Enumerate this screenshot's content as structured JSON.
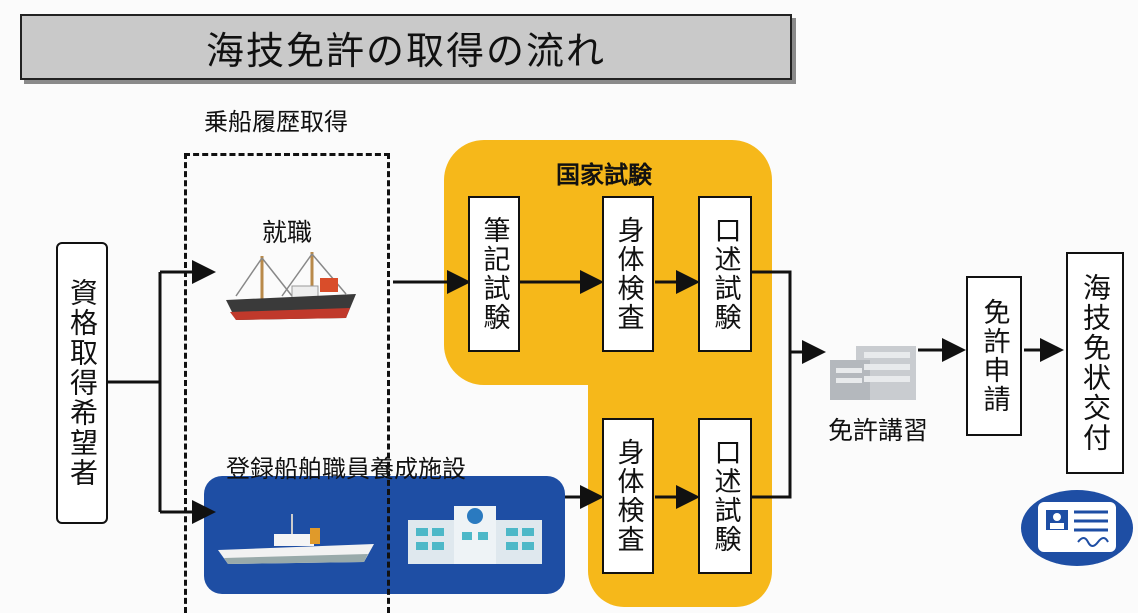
{
  "title": "海技免許の取得の流れ",
  "sea_service_label": "乗船履歴取得",
  "applicant": "資格取得希望者",
  "employment": "就職",
  "training_facility": "登録船舶職員養成施設",
  "national_exam": "国家試験",
  "written_exam": "筆記試験",
  "physical_exam": "身体検査",
  "oral_exam": "口述試験",
  "course": "免許講習",
  "application": "免許申請",
  "issuance": "海技免状交付",
  "colors": {
    "exam_area": "#f6b81a",
    "facility_area": "#1e4ea4",
    "title_bg": "#c9c9c9"
  },
  "icons": [
    "fishing-ship-icon",
    "training-ship-icon",
    "school-building-icon",
    "course-building-icon",
    "license-card-icon"
  ]
}
